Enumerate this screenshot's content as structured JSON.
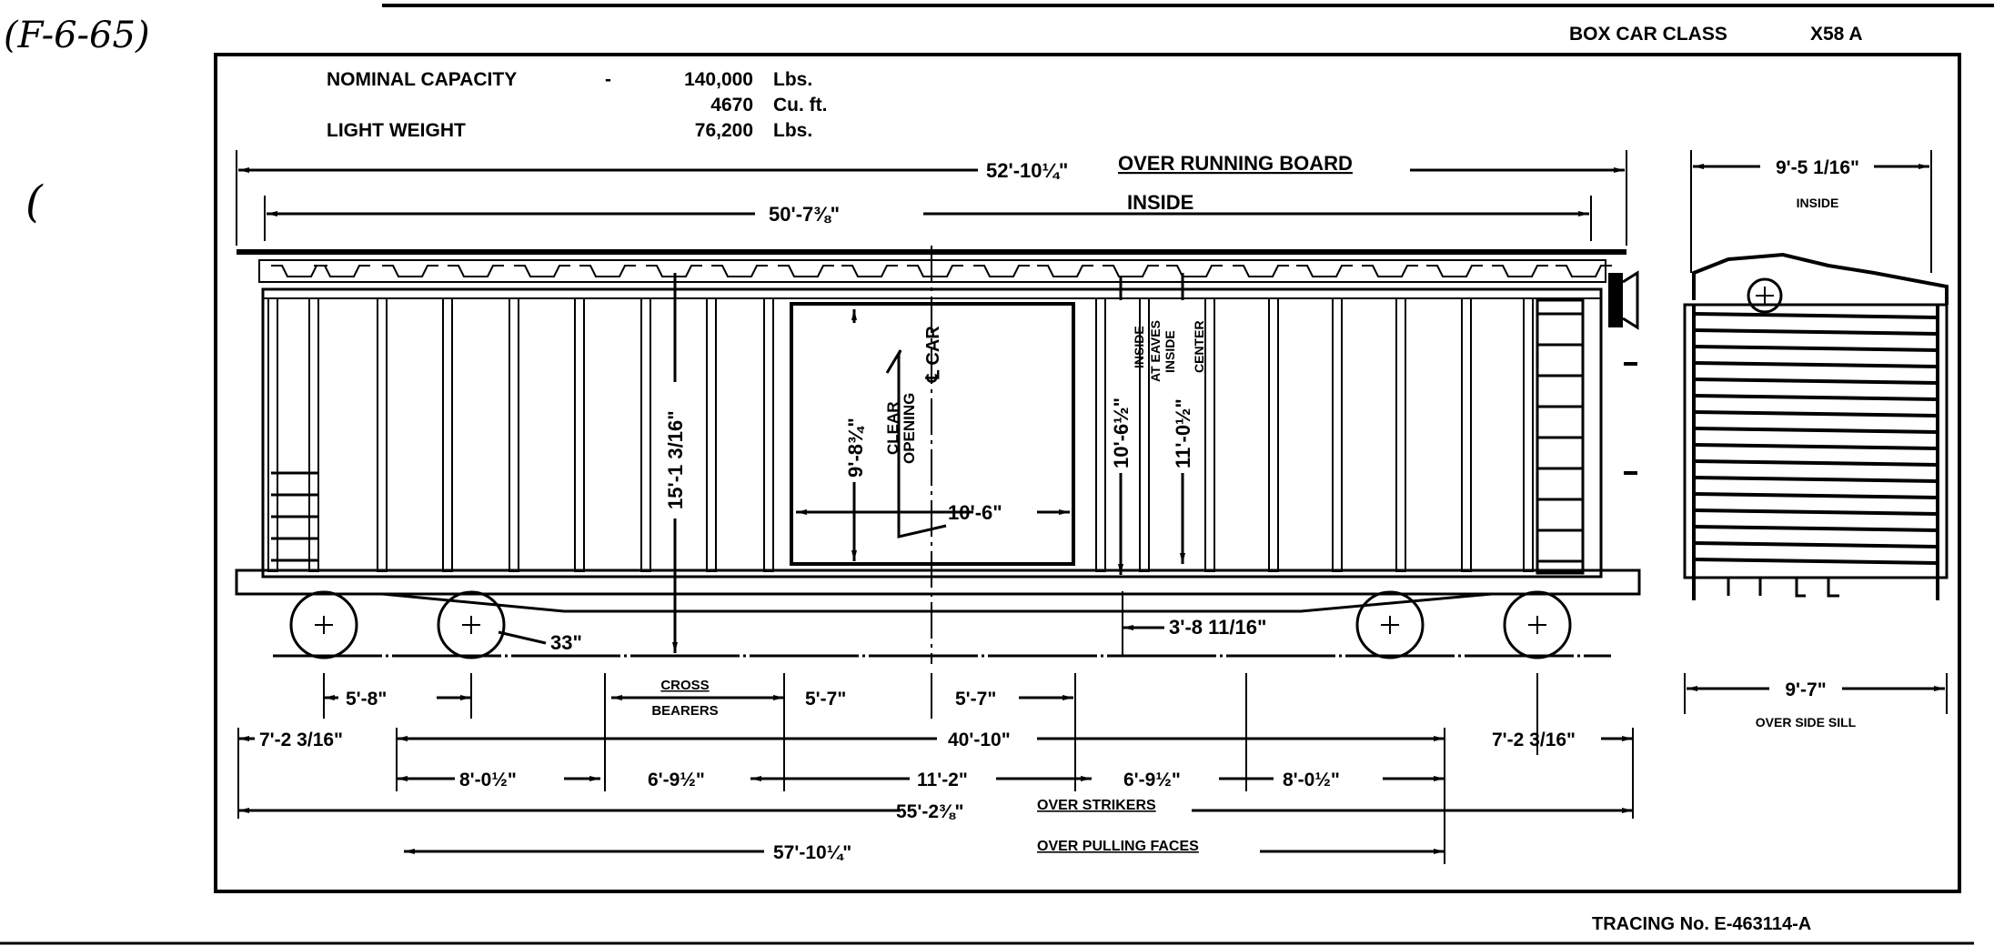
{
  "annotation": "(F-6-65)",
  "margin_mark": "(",
  "header": {
    "class_label": "BOX CAR CLASS",
    "class_value": "X58 A"
  },
  "specs": [
    {
      "label": "NOMINAL CAPACITY",
      "dash": "-",
      "value": "140,000",
      "unit": "Lbs."
    },
    {
      "label": "",
      "dash": "",
      "value": "4670",
      "unit": "Cu. ft."
    },
    {
      "label": "LIGHT WEIGHT",
      "dash": "",
      "value": "76,200",
      "unit": "Lbs."
    }
  ],
  "side_view": {
    "over_running_board": {
      "value": "52'-10¼\"",
      "label": "OVER RUNNING BOARD"
    },
    "inside_length": {
      "value": "50'-7⅜\"",
      "label": "INSIDE"
    },
    "height_rail_to_top": "15'-1 3/16\"",
    "door_height": "9'-8¾\"",
    "clear_opening": [
      "CLEAR",
      "OPENING"
    ],
    "centerline": "℄ CAR",
    "inside_eaves": {
      "value": "10'-6½\"",
      "label": [
        "INSIDE",
        "AT EAVES"
      ]
    },
    "inside_center": {
      "value": "11'-0½\"",
      "label": [
        "INSIDE",
        "CENTER"
      ]
    },
    "door_width": "10'-6\"",
    "wheel_dia": "33\"",
    "sill_height": "3'-8 11/16\"",
    "wheelbase": "5'-8\"",
    "cross_bearers": [
      "CROSS",
      "BEARERS"
    ],
    "cross_bearer_spacing": [
      "5'-7\"",
      "5'-7\""
    ],
    "truck_centers": {
      "left": "7'-2 3/16\"",
      "center": "40'-10\"",
      "right": "7'-2 3/16\""
    },
    "bolster_spacing": [
      "8'-0½\"",
      "6'-9½\"",
      "11'-2\"",
      "6'-9½\"",
      "8'-0½\""
    ],
    "over_strikers": {
      "value": "55'-2⅜\"",
      "label": "OVER STRIKERS"
    },
    "over_pulling_faces": {
      "value": "57'-10¼\"",
      "label": "OVER PULLING FACES"
    }
  },
  "end_view": {
    "inside_width": {
      "value": "9'-5 1/16\"",
      "label": "INSIDE"
    },
    "over_side_sill": {
      "value": "9'-7\"",
      "label": "OVER SIDE SILL"
    }
  },
  "footer": {
    "tracing": "TRACING No. E-463114-A"
  }
}
